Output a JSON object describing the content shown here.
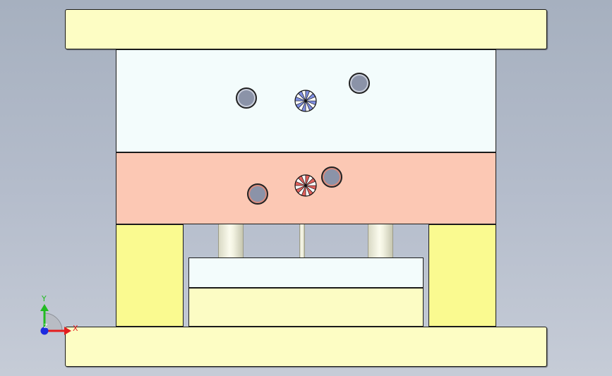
{
  "colors": {
    "clamp_plate": "#fdfdc4",
    "cavity_plate": "#f3fcfc",
    "core_plate": "#fcc8b4",
    "spacer_block": "#fafa90",
    "ejector_retainer": "#f3fcfc",
    "ejector_plate": "#fcfcc4",
    "hole_fill": "#8b93a8",
    "sprue_blue": "#7f8fe0",
    "sprue_red": "#e0605c",
    "axis_x": "#e41e1e",
    "axis_y": "#22bb22",
    "axis_z": "#1d2be0"
  },
  "axes": {
    "x_label": "X",
    "y_label": "Y",
    "z_label": "Z"
  }
}
